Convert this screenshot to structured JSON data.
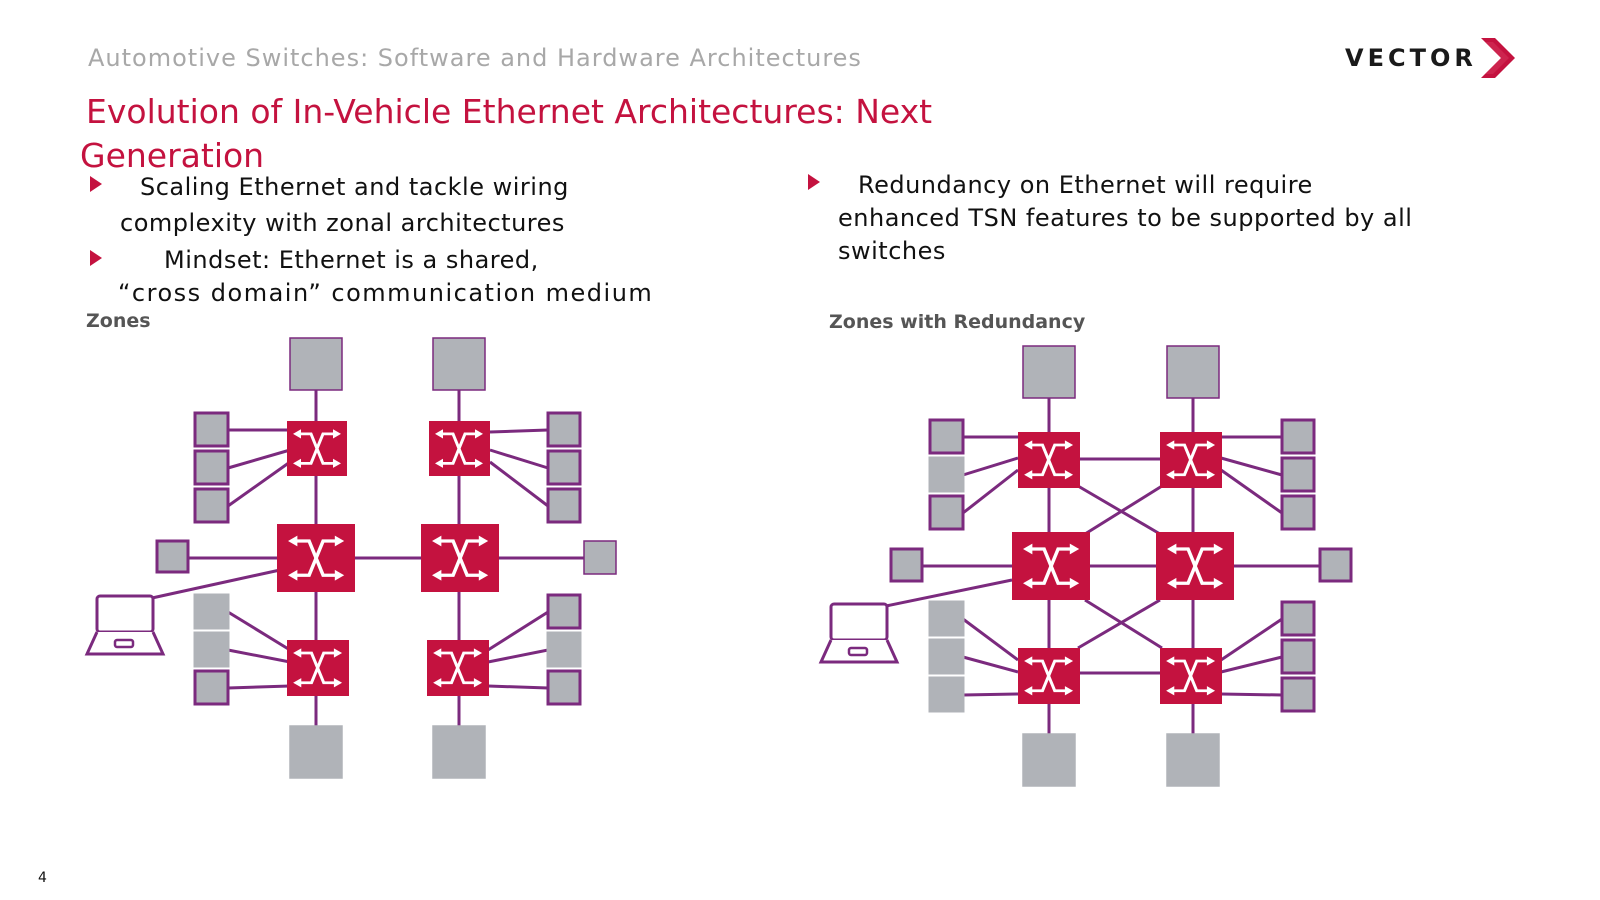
{
  "header": {
    "subtitle": "Automotive Switches: Software and Hardware Architectures"
  },
  "logo": {
    "text": "VECTOR"
  },
  "title": {
    "line1": "Evolution of In-Vehicle Ethernet Architectures: Next",
    "line2": "Generation"
  },
  "left_bullets": [
    {
      "line1": "Scaling Ethernet and tackle wiring",
      "line2": "complexity with zonal architectures"
    },
    {
      "line1": "Mindset: Ethernet is a shared,",
      "line2": "“cross domain” communication medium"
    }
  ],
  "right_bullets": [
    {
      "line1": "Redundancy on Ethernet will require",
      "line2": "enhanced TSN features to be supported by all",
      "line3": "switches"
    }
  ],
  "diagrams": {
    "left_label": "Zones",
    "right_label": "Zones with Redundancy"
  },
  "colors": {
    "accent": "#c4123f",
    "link": "#7b2a7e",
    "node_fill": "#b0b3b8",
    "node_border": "#7b2a7e"
  },
  "icons": [
    "switch-icon",
    "laptop-icon",
    "bullet-triangle-icon",
    "vector-chevron-icon"
  ],
  "page_number": "4"
}
